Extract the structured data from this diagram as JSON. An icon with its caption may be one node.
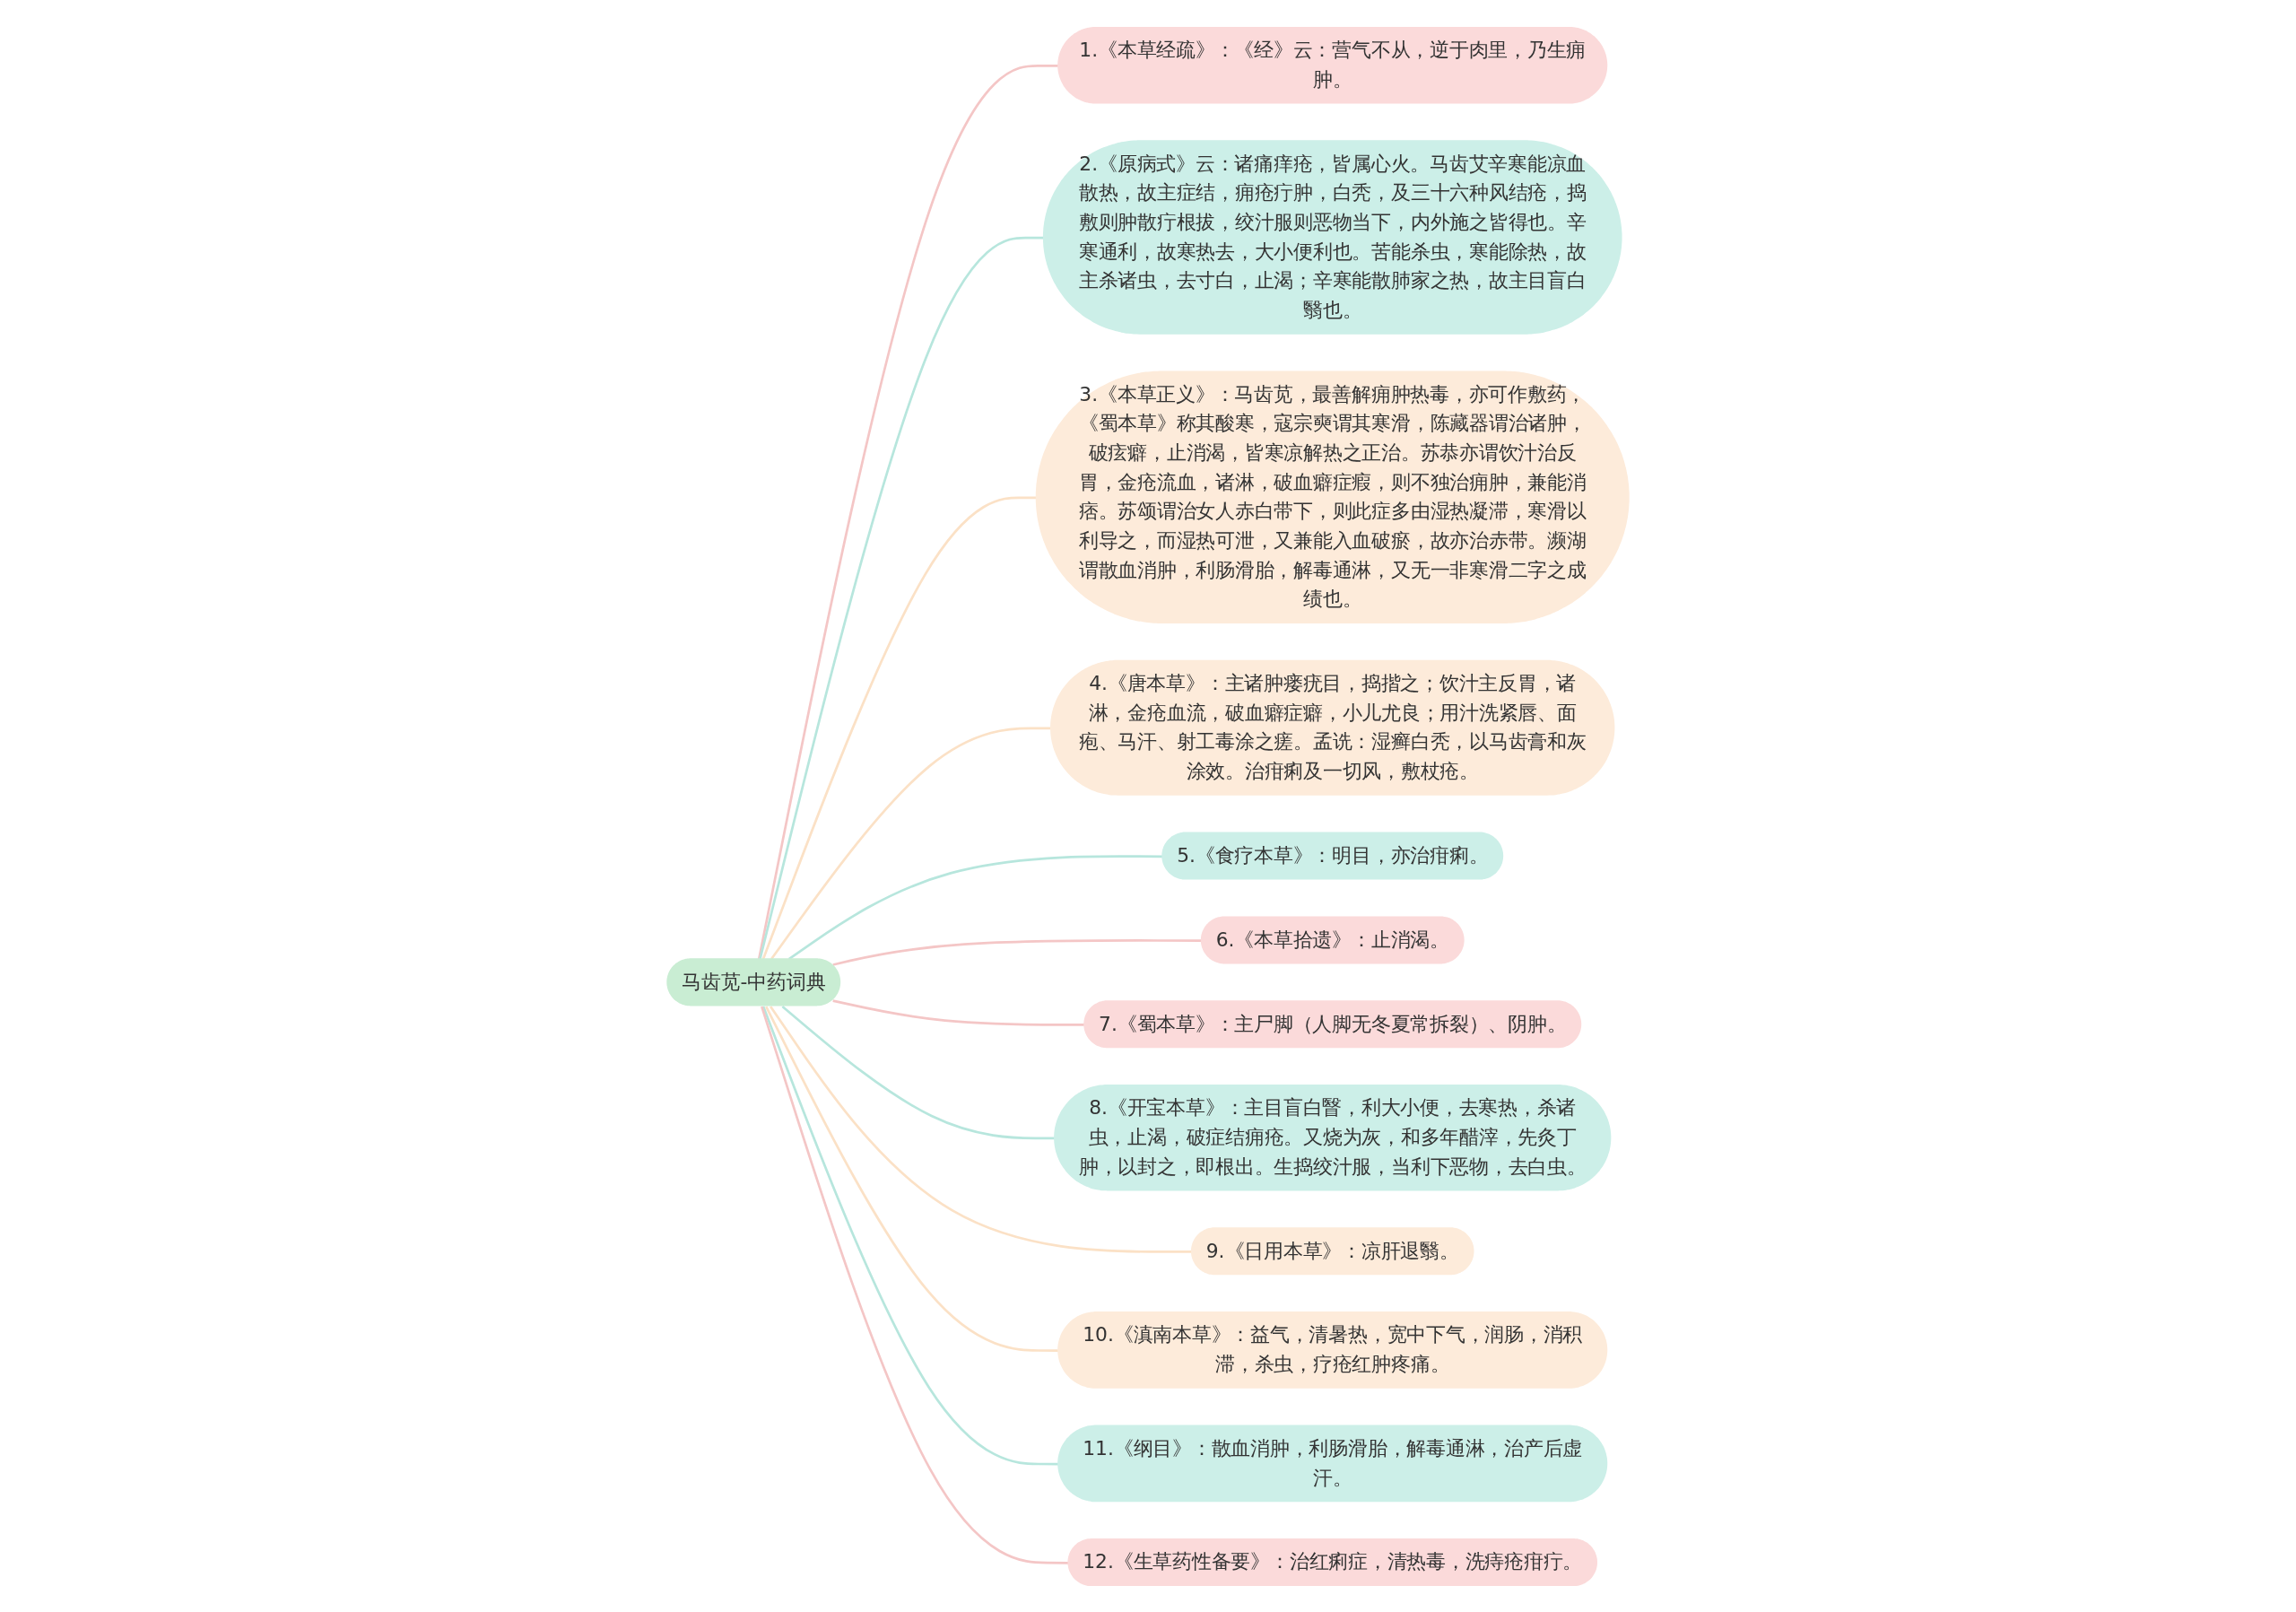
{
  "diagram": {
    "nodes": [
      {
        "text": [
          "马齿苋-中药词典"
        ]
      },
      {
        "text": [
          "1.《本草经疏》：《经》云：营气不从，逆于肉里，乃生痈肿。"
        ]
      },
      {
        "text": [
          "2.《原病式》云：诸痛痒疮，皆属心火。马齿艾辛寒能凉血散热，故主症结，痈疮疔肿，白秃，及三十六种风结疮，捣敷则肿散疔根拔，绞汁服则恶物当下，内外施之皆得也。辛寒通利，故寒热去，大小便利也。苦能杀虫，寒能除热，故主杀诸虫，去寸白，止渴；辛寒能散肺家之热，故主目盲白翳也。"
        ]
      },
      {
        "text": [
          "3.《本草正义》：马齿苋，最善解痈肿热毒，亦可作敷药，《蜀本草》称其酸寒，寇宗奭谓其寒滑，陈藏器谓治诸肿，破痃癖，止消渴，皆寒凉解热之正治。苏恭亦谓饮汁治反胃，金疮流血，诸淋，破血癖症瘕，则不独治痈肿，兼能消痞。苏颂谓治女人赤白带下，则此症多由湿热凝滞，寒滑以利导之，而湿热可泄，又兼能入血破瘀，故亦治赤带。濒湖谓散血消肿，利肠滑胎，解毒通淋，又无一非寒滑二字之成绩也。"
        ]
      },
      {
        "text": [
          "4.《唐本草》：主诸肿瘘疣目，捣揩之；饮汁主反胃，诸淋，金疮血流，破血癖症癖，小儿尤良；用汁洗紧唇、面疱、马汗、射工毒涂之瘥。孟诜：湿癣白秃，以马齿膏和灰涂效。治疳痢及一切风，敷杖疮。"
        ]
      },
      {
        "text": [
          "5.《食疗本草》：明目，亦治疳痢。"
        ]
      },
      {
        "text": [
          "6.《本草拾遗》：止消渴。"
        ]
      },
      {
        "text": [
          "7.《蜀本草》：主尸脚（人脚无冬夏常拆裂）、阴肿。"
        ]
      },
      {
        "text": [
          "8.《开宝本草》：主目盲白瞖，利大小便，去寒热，杀诸虫，止渴，破症结痈疮。又烧为灰，和多年醋滓，先灸丁肿，以封之，即根出。生捣绞汁服，当利下恶物，去白虫。"
        ]
      },
      {
        "text": [
          "9.《日用本草》：凉肝退翳。"
        ]
      },
      {
        "text": [
          "10.《滇南本草》：益气，清暑热，宽中下气，润肠，消积滞，杀虫，疗疮红肿疼痛。"
        ]
      },
      {
        "text": [
          "11.《纲目》：散血消肿，利肠滑胎，解毒通淋，治产后虚汗。"
        ]
      },
      {
        "text": [
          "12.《生草药性备要》：治红痢症，清热毒，洗痔疮疳疔。"
        ]
      }
    ],
    "edges": [
      {
        "from": 0,
        "to": 1,
        "arrow": "none",
        "color": "#f4c6c6"
      },
      {
        "from": 0,
        "to": 2,
        "arrow": "none",
        "color": "#b7e6dd"
      },
      {
        "from": 0,
        "to": 3,
        "arrow": "none",
        "color": "#fbe1c6"
      },
      {
        "from": 0,
        "to": 4,
        "arrow": "none",
        "color": "#fbe1c6"
      },
      {
        "from": 0,
        "to": 5,
        "arrow": "none",
        "color": "#b7e6dd"
      },
      {
        "from": 0,
        "to": 6,
        "arrow": "none",
        "color": "#f4c6c6"
      },
      {
        "from": 0,
        "to": 7,
        "arrow": "none",
        "color": "#f4c6c6"
      },
      {
        "from": 0,
        "to": 8,
        "arrow": "none",
        "color": "#b7e6dd"
      },
      {
        "from": 0,
        "to": 9,
        "arrow": "none",
        "color": "#fbe1c6"
      },
      {
        "from": 0,
        "to": 10,
        "arrow": "none",
        "color": "#fbe1c6"
      },
      {
        "from": 0,
        "to": 11,
        "arrow": "none",
        "color": "#b7e6dd"
      },
      {
        "from": 0,
        "to": 12,
        "arrow": "none",
        "color": "#f4c6c6"
      }
    ]
  }
}
